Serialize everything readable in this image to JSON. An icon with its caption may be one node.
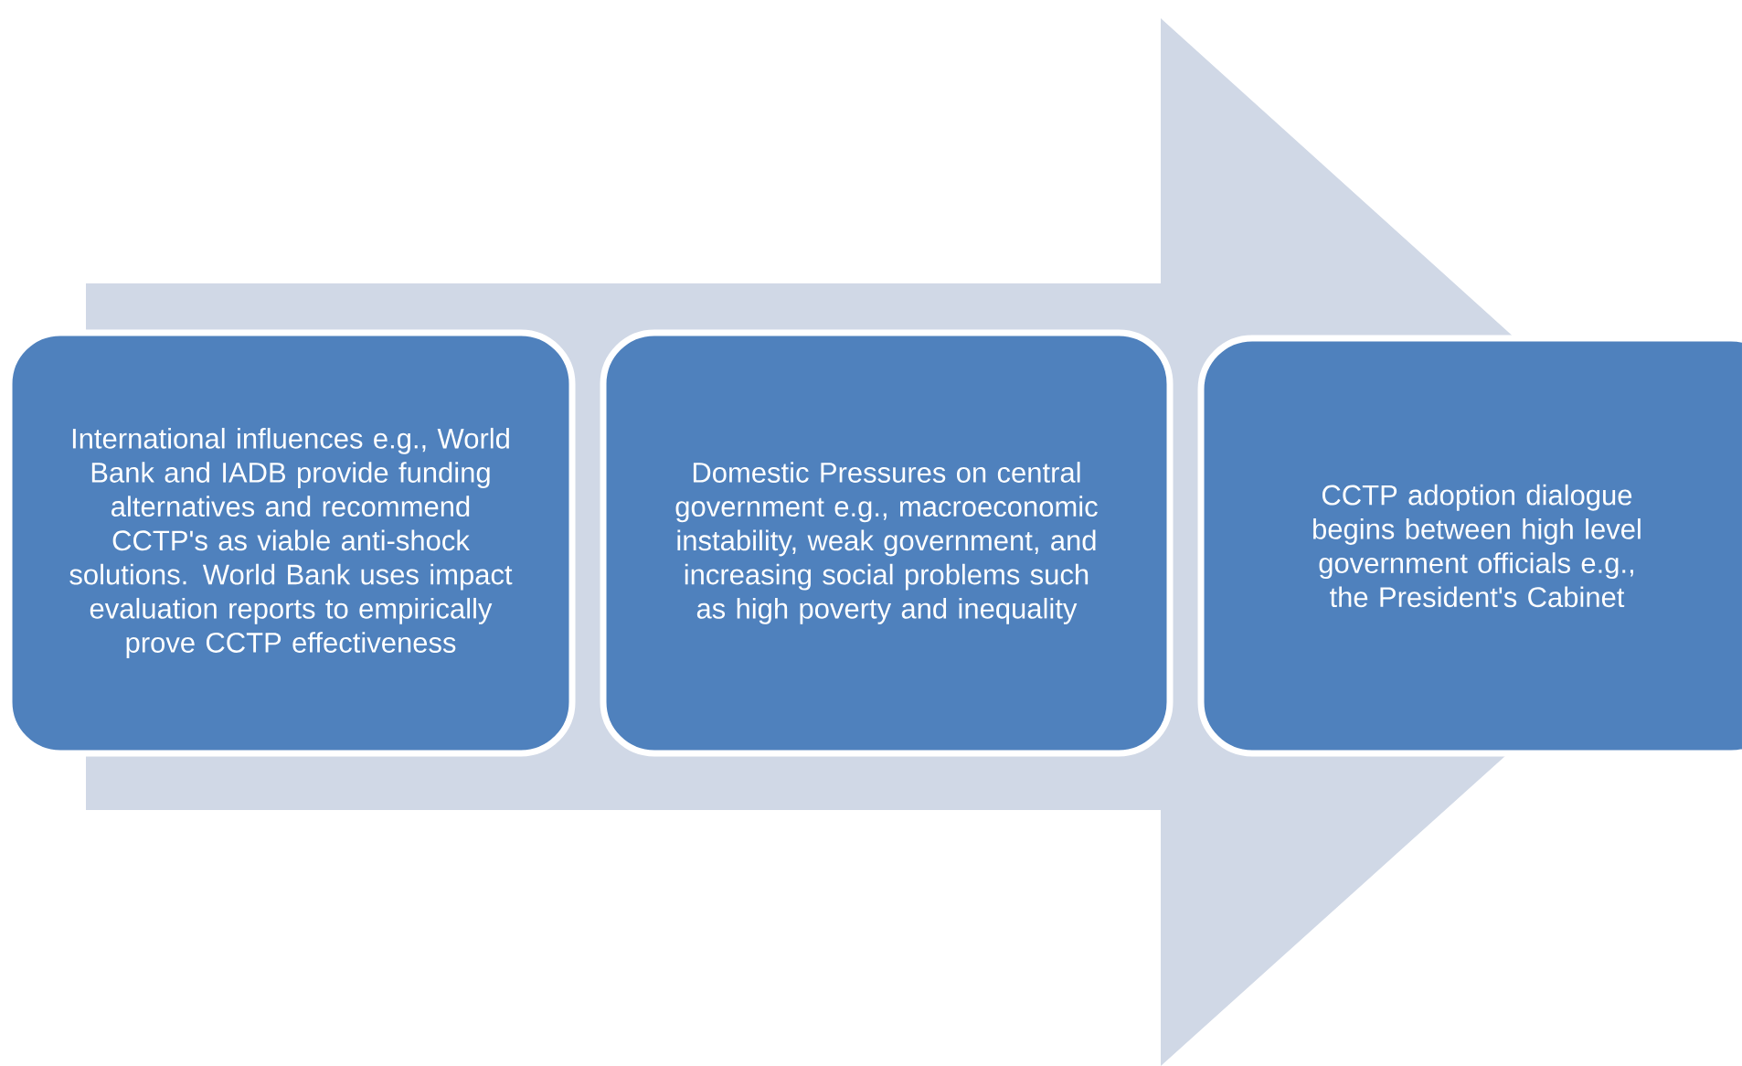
{
  "diagram": {
    "nodes": [
      {
        "text": [
          "International influences  e.g., World Bank and IADB provide funding alternatives and recommend CCTP's as viable anti-shock solutions. World Bank uses impact evaluation reports  to empirically prove CCTP effectiveness"
        ]
      },
      {
        "text": [
          "Domestic Pressures on central government e.g., macroeconomic instability, weak government, and increasing social problems such as high poverty and inequality"
        ]
      },
      {
        "text": [
          "CCTP adoption dialogue begins between high level government officials e.g., the President's Cabinet"
        ]
      }
    ],
    "edges": [
      {
        "from": 0,
        "to": 2,
        "arrow": "to"
      }
    ]
  }
}
